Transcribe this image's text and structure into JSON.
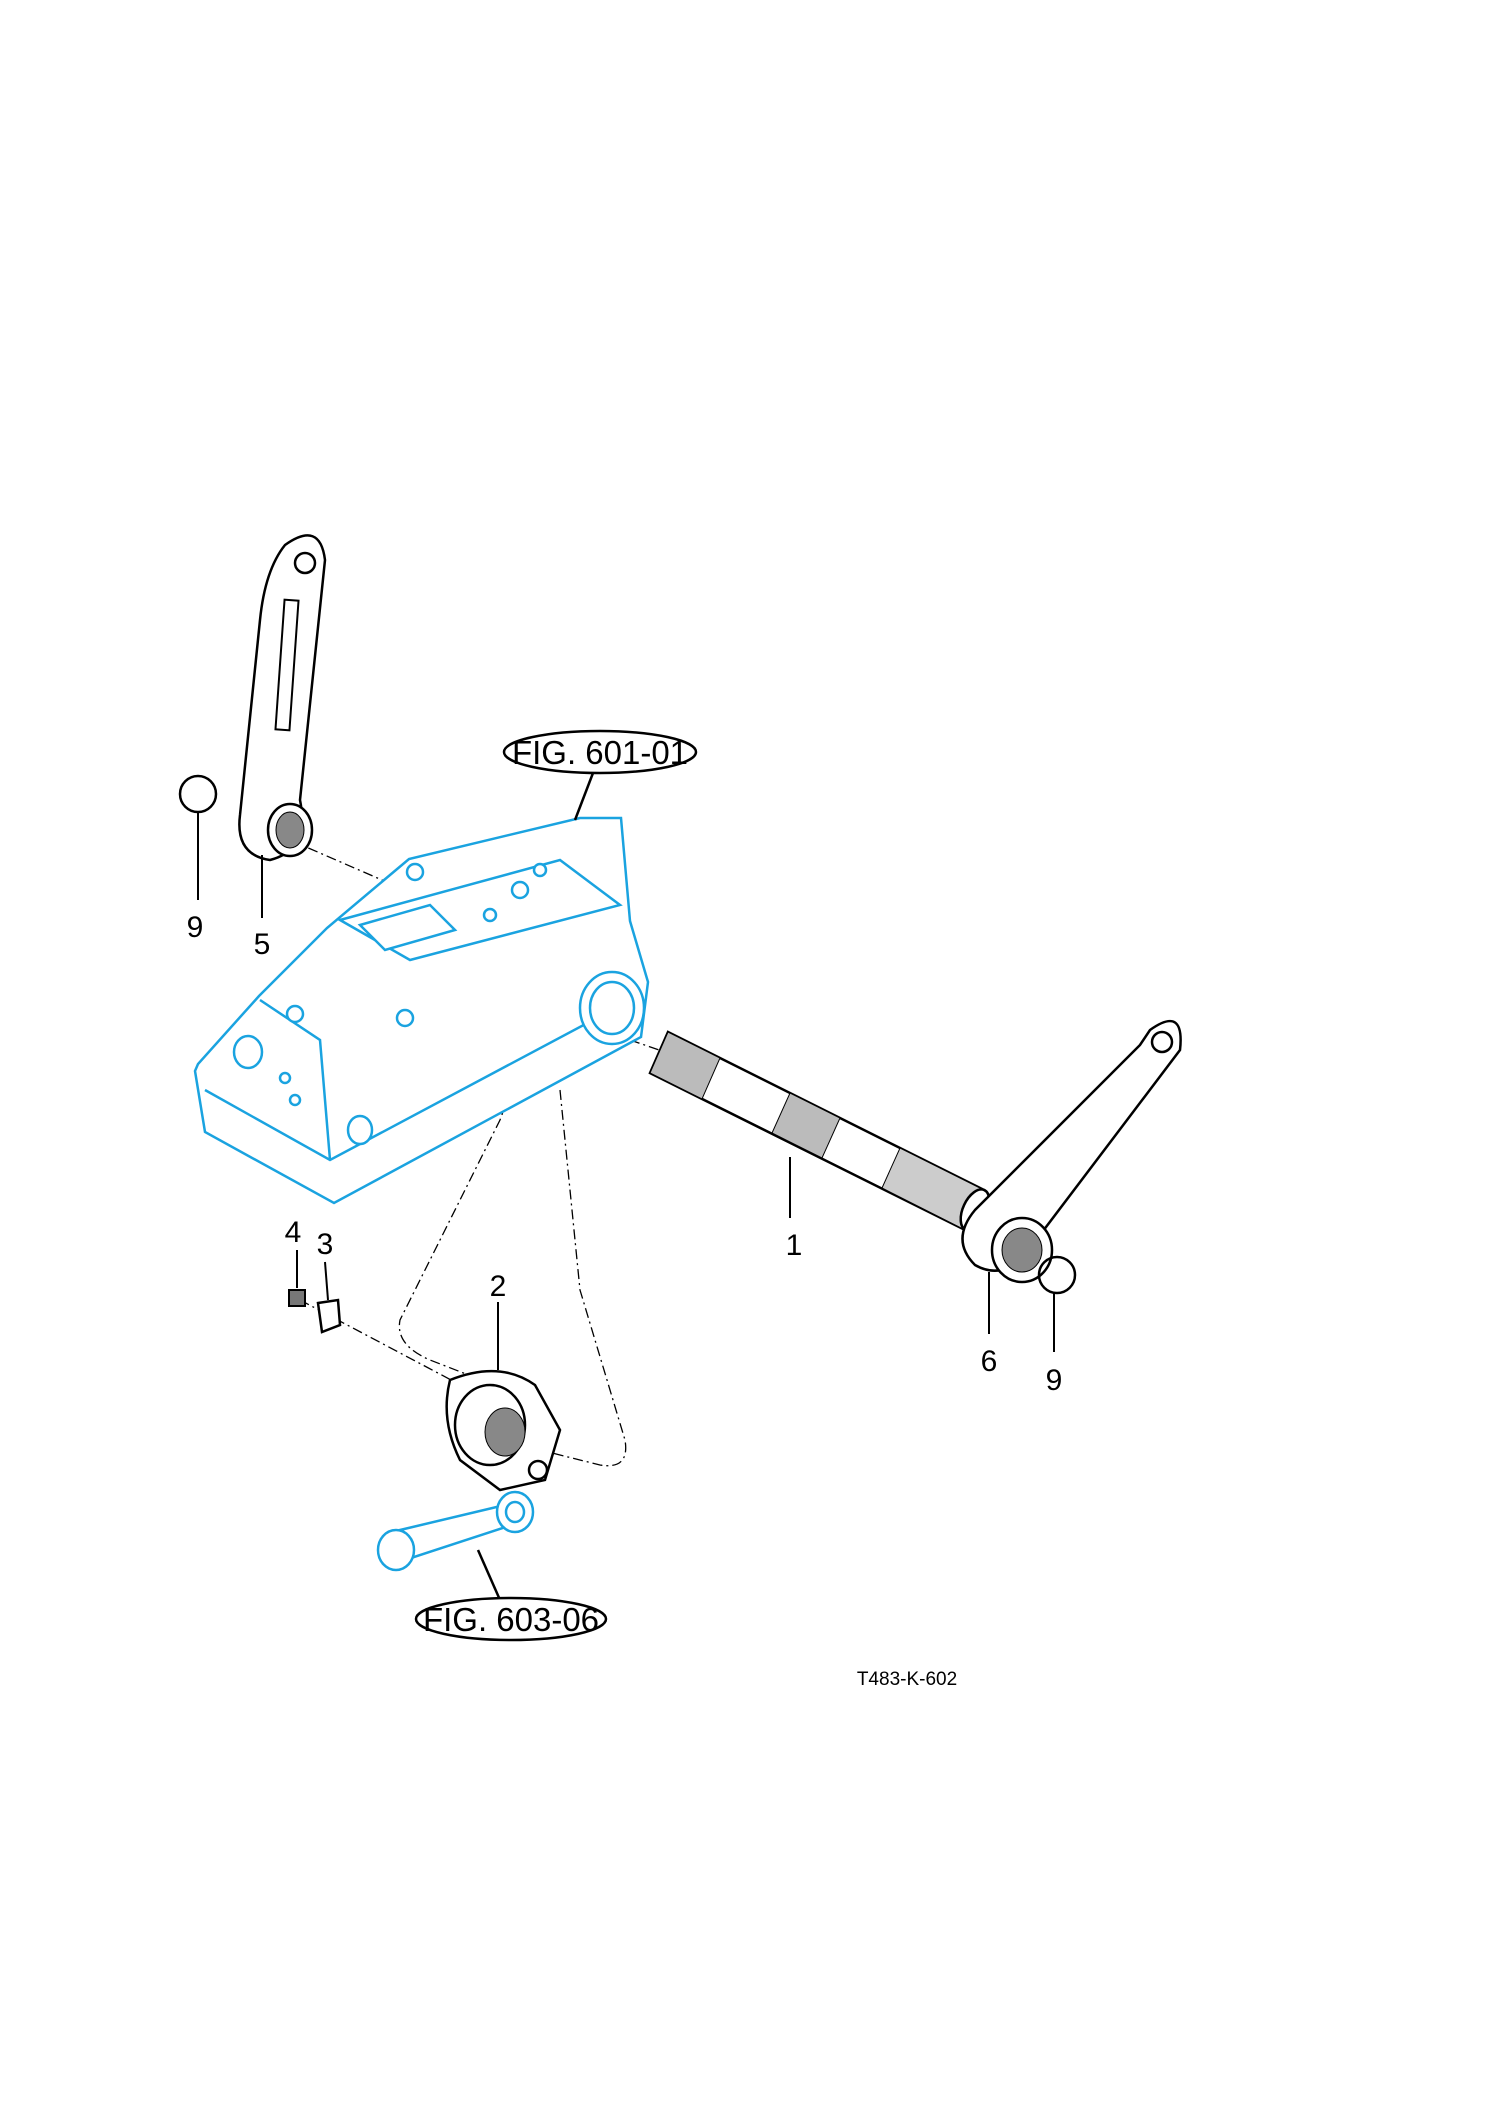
{
  "diagram": {
    "references": {
      "top": "FIG. 601-01",
      "bottom": "FIG. 603-06"
    },
    "callouts": [
      {
        "id": "callout-1",
        "text": "1"
      },
      {
        "id": "callout-2",
        "text": "2"
      },
      {
        "id": "callout-3",
        "text": "3"
      },
      {
        "id": "callout-4",
        "text": "4"
      },
      {
        "id": "callout-5",
        "text": "5"
      },
      {
        "id": "callout-6",
        "text": "6"
      },
      {
        "id": "callout-9-left",
        "text": "9"
      },
      {
        "id": "callout-9-right",
        "text": "9"
      }
    ],
    "drawing_code": "T483-K-602",
    "colors": {
      "reference_part": "#1aa3e0",
      "line": "#000000"
    }
  }
}
